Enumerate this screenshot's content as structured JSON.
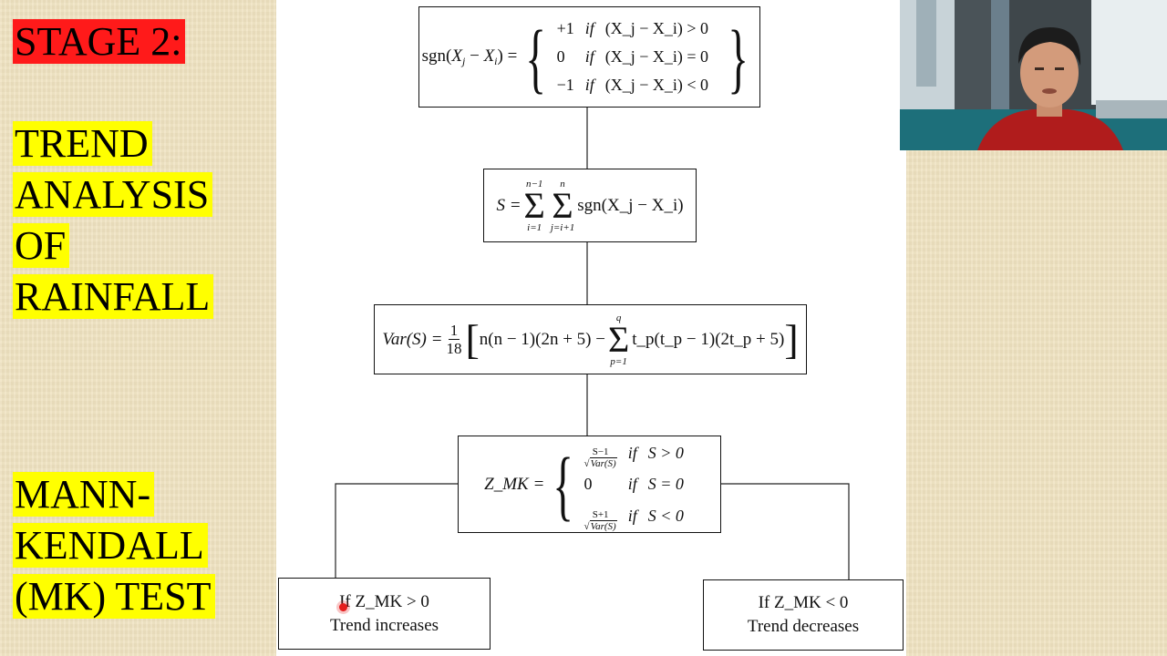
{
  "sidebar": {
    "stage": "STAGE 2:",
    "title_lines": [
      "TREND",
      "ANALYSIS",
      "OF",
      "RAINFALL"
    ],
    "test_lines": [
      "MANN-",
      "KENDALL",
      "(MK) TEST"
    ]
  },
  "colors": {
    "stage_highlight": "#ff1a1a",
    "title_highlight": "#ffff00",
    "background": "#efe2c0"
  },
  "flowchart": {
    "box1": {
      "lhs": "sgn(X",
      "lhs_sub_j": "j",
      "lhs_mid": " − X",
      "lhs_sub_i": "i",
      "lhs_end": ") =",
      "rows": [
        {
          "val": "+1",
          "cond": "if",
          "expr": "(X_j − X_i) > 0"
        },
        {
          "val": "0",
          "cond": "if",
          "expr": "(X_j − X_i) = 0"
        },
        {
          "val": "−1",
          "cond": "if",
          "expr": "(X_j − X_i) < 0"
        }
      ]
    },
    "box2": {
      "lhs": "S =",
      "sum1_upper": "n−1",
      "sum1_lower": "i=1",
      "sum2_upper": "n",
      "sum2_lower": "j=i+1",
      "rhs": "sgn(X_j − X_i)"
    },
    "box3": {
      "lhs": "Var(S) =",
      "frac_num": "1",
      "frac_den": "18",
      "inner": "n(n − 1)(2n + 5) −",
      "sum_upper": "q",
      "sum_lower": "p=1",
      "tail": "t_p(t_p − 1)(2t_p + 5)"
    },
    "box4": {
      "lhs": "Z_MK =",
      "rows": [
        {
          "num": "S−1",
          "den": "Var(S)",
          "cond": "if",
          "expr": "S > 0"
        },
        {
          "plain": "0",
          "cond": "if",
          "expr": "S = 0"
        },
        {
          "num": "S+1",
          "den": "Var(S)",
          "cond": "if",
          "expr": "S < 0"
        }
      ]
    },
    "left_outcome": {
      "condition": "If Z_MK > 0",
      "result": "Trend increases"
    },
    "right_outcome": {
      "condition": "If Z_MK < 0",
      "result": "Trend decreases"
    }
  }
}
